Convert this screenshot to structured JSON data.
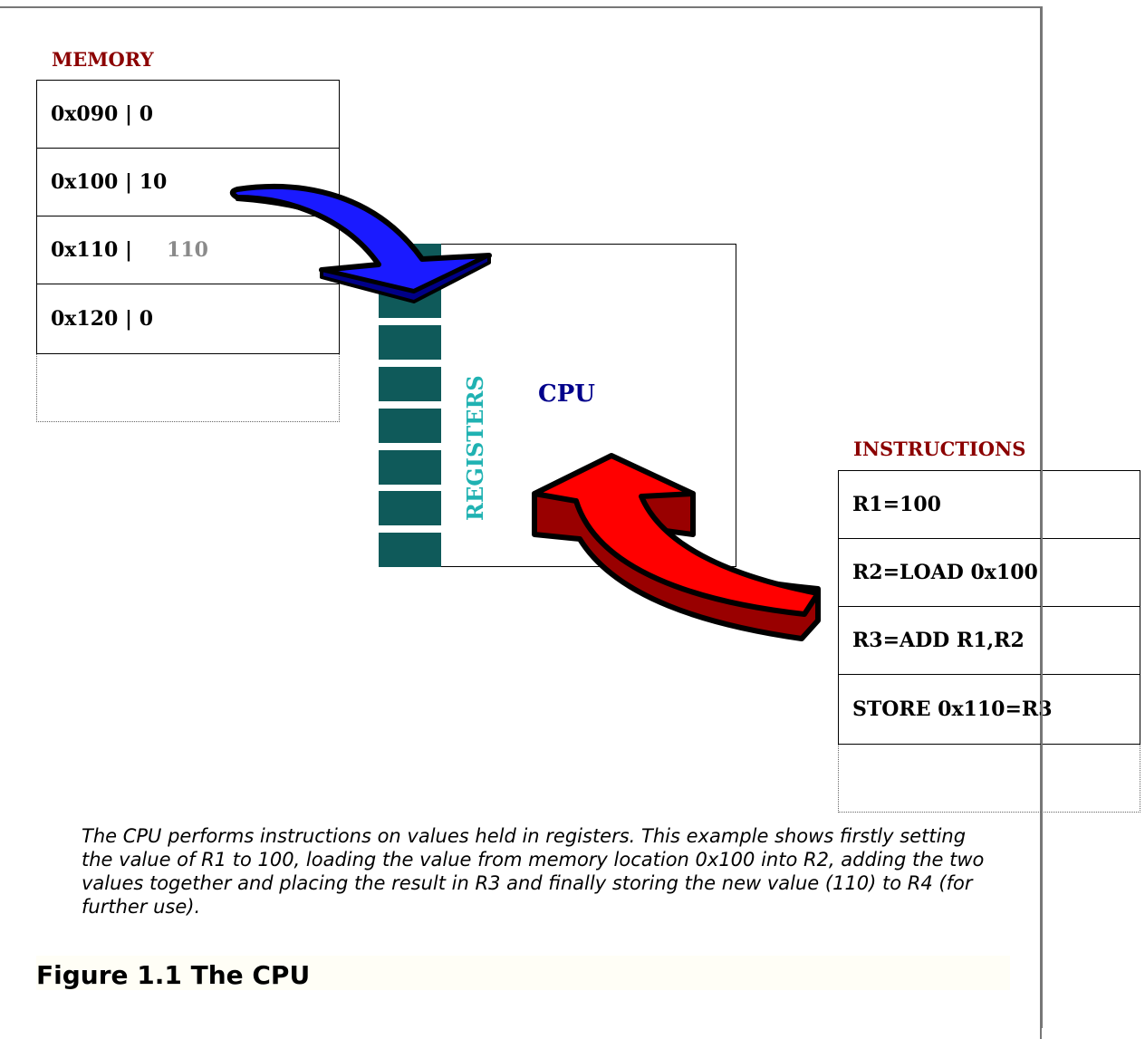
{
  "memory": {
    "title": "MEMORY",
    "rows": [
      {
        "addr": "0x090 |",
        "value": "0"
      },
      {
        "addr": "0x100 |",
        "value": "10"
      },
      {
        "addr": "0x110 |",
        "value": "110"
      },
      {
        "addr": "0x120 |",
        "value": "0"
      }
    ]
  },
  "cpu": {
    "registers_label": "REGISTERS",
    "label": "CPU"
  },
  "instructions": {
    "title": "INSTRUCTIONS",
    "rows": [
      "R1=100",
      "R2=LOAD 0x100",
      "R3=ADD R1,R2",
      "STORE 0x110=R3"
    ]
  },
  "caption": "The CPU performs instructions on values held in registers. This example shows firstly setting the value of R1 to 100, loading the value from memory location 0x100 into R2, adding the two values together and placing the result in R3 and finally storing the new value (110) to R4 (for further use).",
  "figure_title": "Figure 1.1 The CPU",
  "colors": {
    "load_arrow": "#1a1aff",
    "instruction_arrow": "#ff0000",
    "registers": "#0f5a5a",
    "memory_title": "#8b0000",
    "cpu_label": "#00008b"
  }
}
